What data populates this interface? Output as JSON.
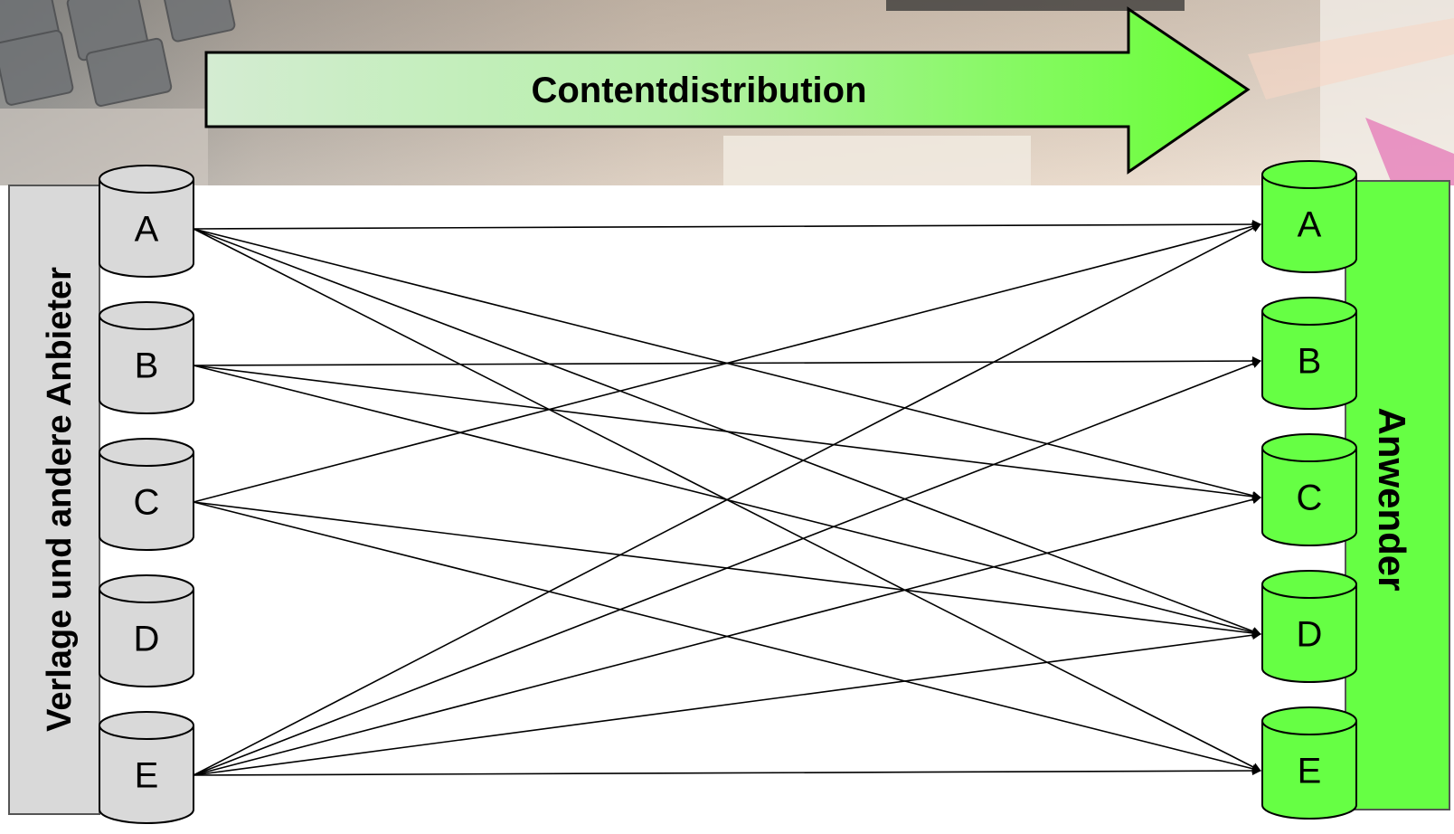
{
  "arrow": {
    "label": "Contentdistribution"
  },
  "providers": {
    "label": "Verlage und andere Anbieter",
    "nodes": [
      "A",
      "B",
      "C",
      "D",
      "E"
    ]
  },
  "users": {
    "label": "Anwender",
    "nodes": [
      "A",
      "B",
      "C",
      "D",
      "E"
    ]
  },
  "connections": [
    [
      "A",
      "A"
    ],
    [
      "A",
      "C"
    ],
    [
      "A",
      "D"
    ],
    [
      "A",
      "E"
    ],
    [
      "B",
      "B"
    ],
    [
      "B",
      "C"
    ],
    [
      "B",
      "D"
    ],
    [
      "C",
      "A"
    ],
    [
      "C",
      "D"
    ],
    [
      "C",
      "E"
    ],
    [
      "E",
      "A"
    ],
    [
      "E",
      "B"
    ],
    [
      "E",
      "C"
    ],
    [
      "E",
      "D"
    ],
    [
      "E",
      "E"
    ]
  ],
  "colors": {
    "provider_fill": "#d9d9d9",
    "user_fill": "#66ff44",
    "arrow_start": "#d4ecd2",
    "arrow_end": "#66ff33"
  }
}
